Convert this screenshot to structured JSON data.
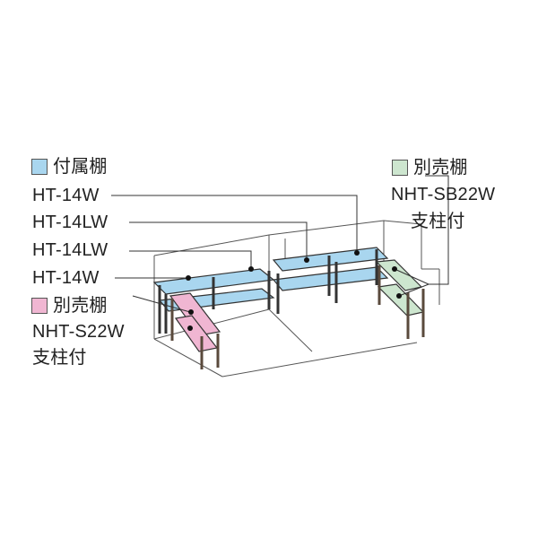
{
  "colors": {
    "included_shelf": "#a9d6ef",
    "pink_shelf": "#f0b6d2",
    "green_shelf": "#cde6cf",
    "frame": "#444444",
    "dark_frame": "#5a4a3c"
  },
  "legend_blue": {
    "title": "付属棚"
  },
  "legend_pink": {
    "title": "別売棚",
    "code": "NHT-S22W",
    "suffix": "支柱付"
  },
  "legend_green": {
    "title": "別売棚",
    "code": "NHT-SB22W",
    "suffix": "支柱付"
  },
  "shelf_labels": [
    "HT-14W",
    "HT-14LW",
    "HT-14LW",
    "HT-14W"
  ]
}
